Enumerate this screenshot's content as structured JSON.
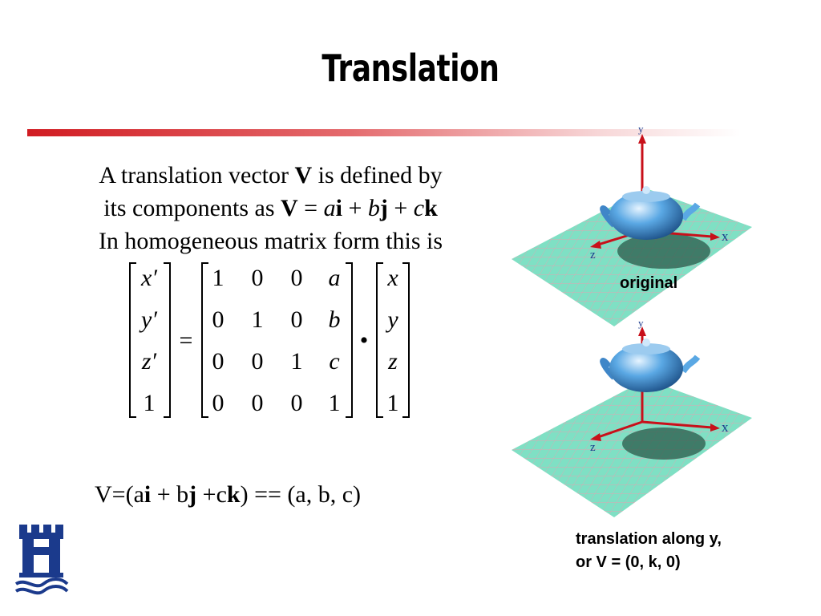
{
  "slide": {
    "title": "Translation",
    "intro": {
      "line1_a": "A translation vector ",
      "line1_v": "V",
      "line1_b": " is defined by",
      "line2_a": "its components as ",
      "line2_v": "V",
      "line2_eq": " = ",
      "line2_a_var": "a",
      "line2_i": "i",
      "line2_plus1": " + ",
      "line2_b_var": "b",
      "line2_j": "j",
      "line2_plus2": " + ",
      "line2_c_var": "c",
      "line2_k": "k",
      "line3": "In homogeneous matrix form this is"
    },
    "matrix_equation": {
      "lhs": [
        "x′",
        "y′",
        "z′",
        "1"
      ],
      "equals": "=",
      "matrix": [
        [
          "1",
          "0",
          "0",
          "a"
        ],
        [
          "0",
          "1",
          "0",
          "b"
        ],
        [
          "0",
          "0",
          "1",
          "c"
        ],
        [
          "0",
          "0",
          "0",
          "1"
        ]
      ],
      "dot": "•",
      "rhs": [
        "x",
        "y",
        "z",
        "1"
      ]
    },
    "vector_line": {
      "p1": "V=(a",
      "i": "i",
      "p2": " + b",
      "j": "j",
      "p3": " +c",
      "k": "k",
      "p4": ") == (a, b, c)"
    },
    "figures": [
      {
        "caption": "original",
        "axes": [
          "y",
          "x",
          "z"
        ]
      },
      {
        "caption_line1": "translation along y,",
        "caption_line2": "or  V = (0, k, 0)",
        "axes": [
          "y",
          "x",
          "z"
        ]
      }
    ],
    "colors": {
      "title_rule": "#d11c22",
      "grid_plane": "#7fe0c4",
      "axis": "#c8101a",
      "logo": "#1b3a8c"
    },
    "logo_icon": "university-crest-icon"
  }
}
